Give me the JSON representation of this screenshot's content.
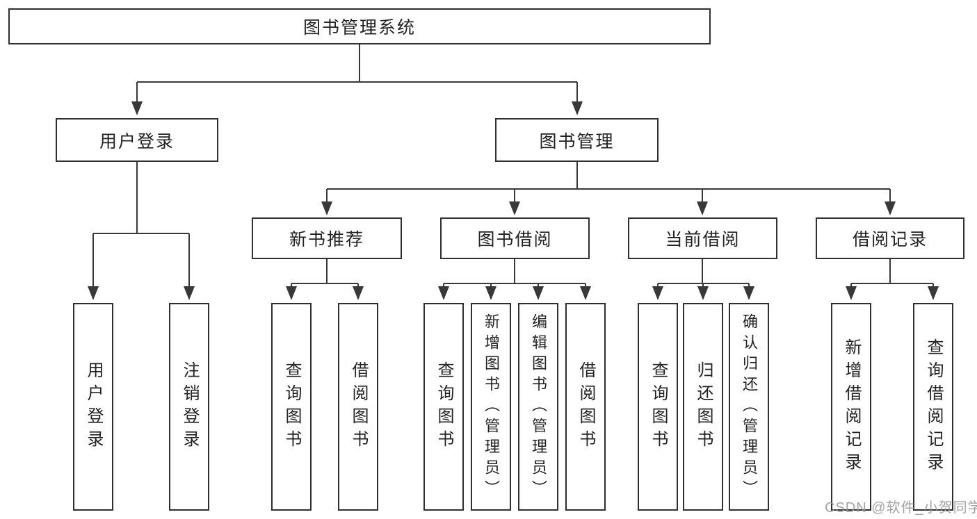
{
  "tree": {
    "label": "图书管理系统",
    "children": [
      {
        "label": "用户登录",
        "children": [
          {
            "label": "用户登录"
          },
          {
            "label": "注销登录"
          }
        ]
      },
      {
        "label": "图书管理",
        "children": [
          {
            "label": "新书推荐",
            "children": [
              {
                "label": "查询图书"
              },
              {
                "label": "借阅图书"
              }
            ]
          },
          {
            "label": "图书借阅",
            "children": [
              {
                "label": "查询图书"
              },
              {
                "label": "新增图书（管理员）"
              },
              {
                "label": "编辑图书（管理员）"
              },
              {
                "label": "借阅图书"
              }
            ]
          },
          {
            "label": "当前借阅",
            "children": [
              {
                "label": "查询图书"
              },
              {
                "label": "归还图书"
              },
              {
                "label": "确认归还（管理员）"
              }
            ]
          },
          {
            "label": "借阅记录",
            "children": [
              {
                "label": "新增借阅记录"
              },
              {
                "label": "查询借阅记录"
              }
            ]
          }
        ]
      }
    ]
  },
  "watermark": {
    "text": "CSDN @软件_小贺同学"
  },
  "colors": {
    "line": "#383838",
    "box_border": "#2f2f2f",
    "text": "#222222",
    "watermark": "#969696"
  }
}
